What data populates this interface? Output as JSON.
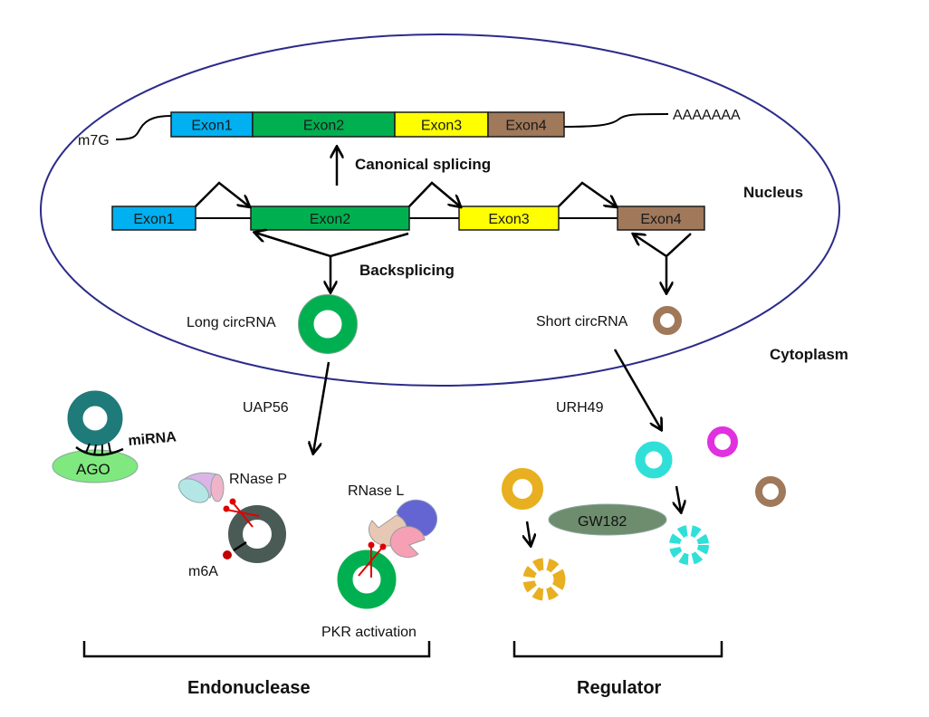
{
  "compartments": {
    "nucleus": "Nucleus",
    "cytoplasm": "Cytoplasm",
    "membrane_color": "#2b2b8a"
  },
  "mrna": {
    "cap": "m7G",
    "poly_a": "AAAAAAA",
    "exons": [
      {
        "label": "Exon1",
        "color": "#00b0f0"
      },
      {
        "label": "Exon2",
        "color": "#00b050"
      },
      {
        "label": "Exon3",
        "color": "#ffff00"
      },
      {
        "label": "Exon4",
        "color": "#a0785a"
      }
    ]
  },
  "pre_mrna": {
    "exons": [
      {
        "label": "Exon1",
        "color": "#00b0f0"
      },
      {
        "label": "Exon2",
        "color": "#00b050"
      },
      {
        "label": "Exon3",
        "color": "#ffff00"
      },
      {
        "label": "Exon4",
        "color": "#a0785a"
      }
    ]
  },
  "processes": {
    "canonical": "Canonical splicing",
    "backsplicing": "Backsplicing"
  },
  "circrnas": {
    "long": {
      "label": "Long circRNA",
      "color": "#00b050"
    },
    "short": {
      "label": "Short circRNA",
      "color": "#a0785a"
    }
  },
  "export_factors": {
    "long": "UAP56",
    "short": "URH49"
  },
  "endonuclease": {
    "mirna_label": "miRNA",
    "ago_label": "AGO",
    "rnase_p_label": "RNase P",
    "m6a_label": "m6A",
    "rnase_l_label": "RNase L",
    "pkr_label": "PKR activation",
    "colors": {
      "mirna_circ": "#1f7a7a",
      "ago": "#7fe87f",
      "m6a_circ": "#4a5a55",
      "cut_marks": "#e00000",
      "rnase_l_tan": "#e6c8b4",
      "rnase_l_blue": "#6464d2",
      "rnase_l_pink": "#f5a0b4",
      "rnase_p_lilac": "#dcb4e6",
      "rnase_p_cyan": "#b4e6e6",
      "rnase_p_pink": "#f0b4c8"
    }
  },
  "regulator": {
    "gw182_label": "GW182",
    "colors": {
      "gw182": "#6e8c6e",
      "orange": "#e8b020",
      "cyan": "#30e0d8",
      "magenta": "#e030e0",
      "brown": "#a0785a"
    }
  },
  "groups": {
    "endonuclease": "Endonuclease",
    "regulator": "Regulator"
  }
}
